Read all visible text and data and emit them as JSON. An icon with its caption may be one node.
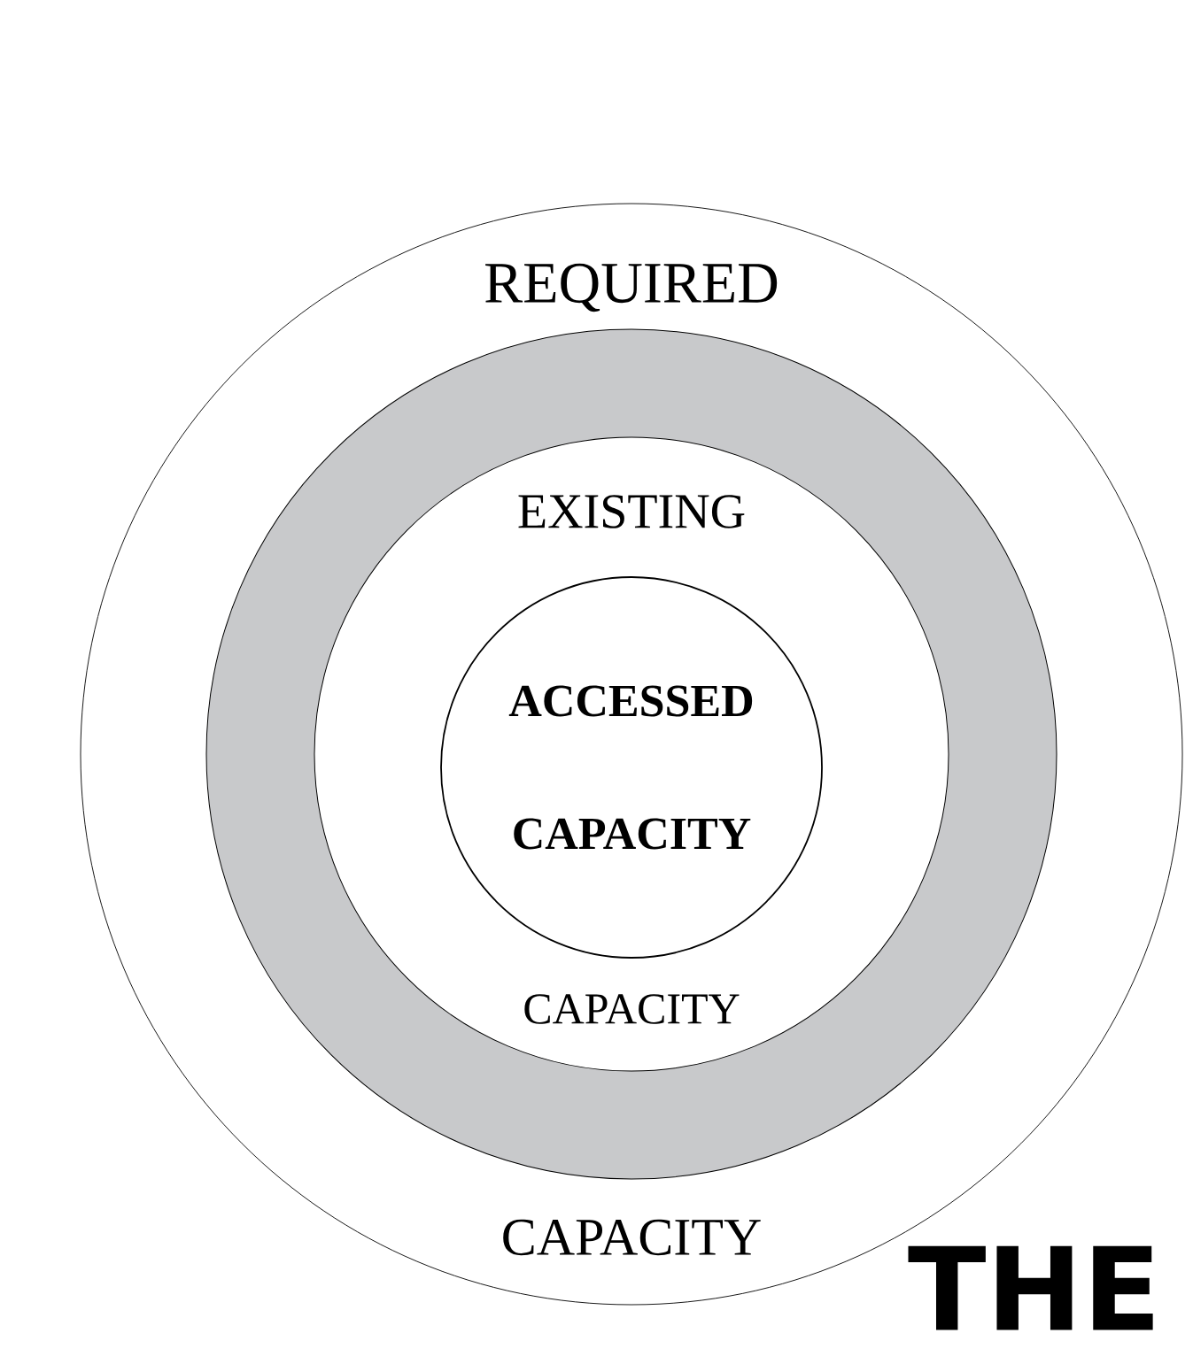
{
  "diagram": {
    "nodes": [
      {
        "text": [
          "REQUIRED",
          "CAPACITY"
        ]
      },
      {
        "text": [],
        "shape": "circle",
        "in": 0
      },
      {
        "text": [
          "EXISTING",
          "CAPACITY"
        ],
        "in": 1
      },
      {
        "text": [
          "ACCESSED CAPACITY"
        ],
        "in": 2
      }
    ],
    "labels": [
      "THE"
    ]
  }
}
